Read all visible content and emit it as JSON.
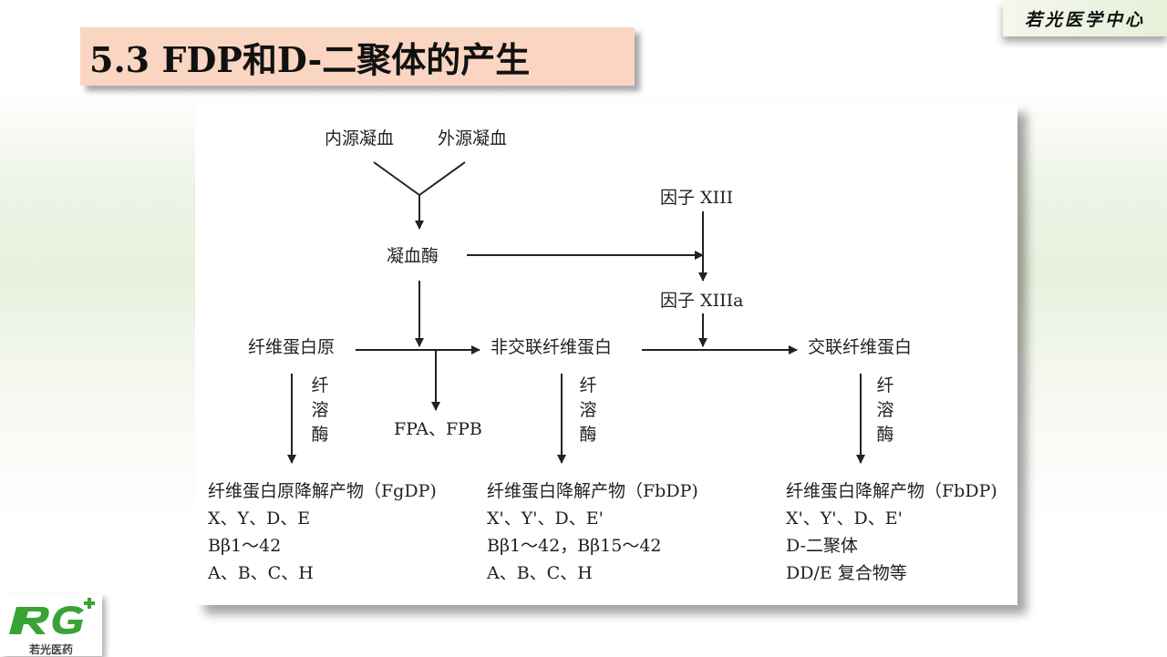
{
  "brand": {
    "label": "若光医学中心"
  },
  "slide": {
    "title": "5.3  FDP和D-二聚体的产生"
  },
  "diagram": {
    "intrinsic": "内源凝血",
    "extrinsic": "外源凝血",
    "thrombin": "凝血酶",
    "factor13": "因子 XIII",
    "factor13a": "因子 XIIIa",
    "fibrinogen": "纤维蛋白原",
    "noncrosslinked": "非交联纤维蛋白",
    "crosslinked": "交联纤维蛋白",
    "plasmin": "纤溶酶",
    "fpa_fpb": "FPA、FPB",
    "product_a": {
      "title": "纤维蛋白原降解产物（FgDP)",
      "lines": [
        "X、Y、D、E",
        "Bβ1～42",
        "A、B、C、H"
      ]
    },
    "product_b": {
      "title": "纤维蛋白降解产物（FbDP)",
      "lines": [
        "X'、Y'、D、E'",
        "Bβ1～42，Bβ15～42",
        "A、B、C、H"
      ]
    },
    "product_c": {
      "title": "纤维蛋白降解产物（FbDP)",
      "lines": [
        "X'、Y'、D、E'",
        "D-二聚体",
        "DD/E 复合物等"
      ]
    }
  },
  "logo": {
    "text": "若光医药"
  },
  "colors": {
    "title_bg": "#fad6c2",
    "logo_green": "#3aa335",
    "arrow": "#222222"
  }
}
